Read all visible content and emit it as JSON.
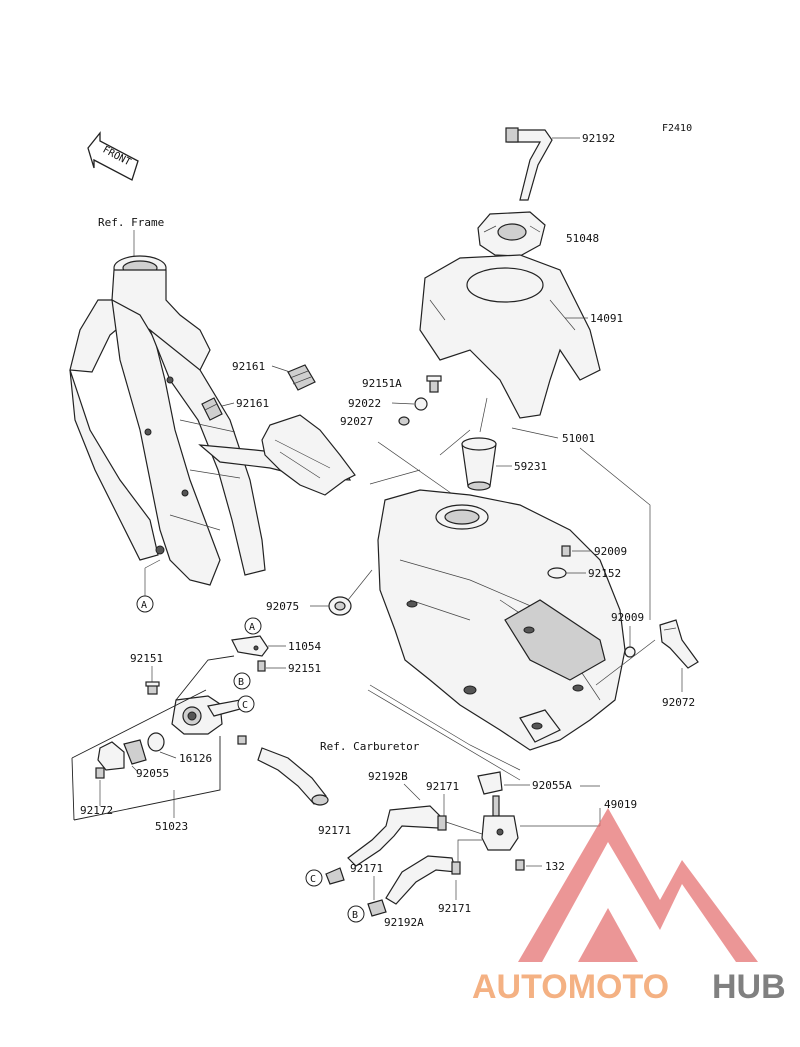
{
  "figure_code": "F2410",
  "front_label": "FRONT",
  "references": {
    "frame": "Ref. Frame",
    "carburetor": "Ref. Carburetor"
  },
  "callouts": {
    "A": "A",
    "B": "B",
    "C": "C"
  },
  "part_numbers": {
    "p92192": "92192",
    "p51048": "51048",
    "p14091": "14091",
    "p92161a": "92161",
    "p92161b": "92161",
    "p92151A": "92151A",
    "p92022": "92022",
    "p92027": "92027",
    "p51001": "51001",
    "p59231": "59231",
    "p92009a": "92009",
    "p92152": "92152",
    "p92075": "92075",
    "p92009b": "92009",
    "p92072": "92072",
    "p11054": "11054",
    "p92151a": "92151",
    "p92151b": "92151",
    "p16126": "16126",
    "p92055": "92055",
    "p92172": "92172",
    "p51023": "51023",
    "p92192B": "92192B",
    "p92171a": "92171",
    "p92055A": "92055A",
    "p49019": "49019",
    "p92171b": "92171",
    "p132": "132",
    "p92171c": "92171",
    "p92171d": "92171",
    "p92192A": "92192A"
  },
  "watermark": {
    "part1": "AUTOMOTO",
    "part2": "HUB",
    "color1": "#f4b183",
    "color2": "#808080",
    "logo_color": "#e57373"
  }
}
